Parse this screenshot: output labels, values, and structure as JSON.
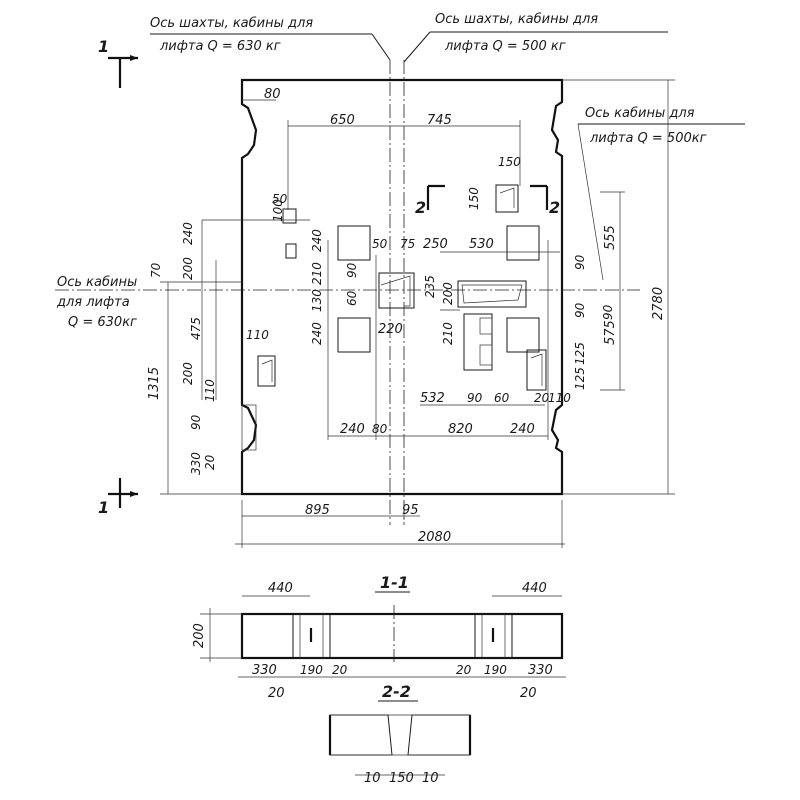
{
  "labels": {
    "axis_top_left_line1": "Ось шахты, кабины для",
    "axis_top_left_line2": "лифта   Q = 630 кг",
    "axis_top_right_line1": "Ось шахты, кабины для",
    "axis_top_right_line2": "лифта   Q = 500 кг",
    "axis_cabin_500_line1": "Ось кабины для",
    "axis_cabin_500_line2": "лифта   Q = 500кг",
    "axis_cabin_630_line1": "Ось кабины",
    "axis_cabin_630_line2": "для лифта",
    "axis_cabin_630_line3": "Q = 630кг"
  },
  "section_marks": {
    "mark1": "1",
    "mark2": "2",
    "section_1_1": "1-1",
    "section_2_2": "2-2"
  },
  "dimensions": {
    "top": [
      "80",
      "650",
      "745"
    ],
    "left_inner": [
      "240",
      "200",
      "210",
      "130",
      "240",
      "50",
      "90",
      "60",
      "100"
    ],
    "left_outer": [
      "70",
      "475",
      "200",
      "90",
      "330",
      "20",
      "110",
      "20"
    ],
    "overall_left": "1315",
    "right": [
      "555",
      "575",
      "2780",
      "90",
      "125",
      "125",
      "90"
    ],
    "center_row": [
      "50",
      "75",
      "250",
      "530",
      "220",
      "210",
      "200",
      "235",
      "90",
      "150",
      "150"
    ],
    "lower_row": [
      "532",
      "90",
      "60",
      "20",
      "110"
    ],
    "bottom_row": [
      "240",
      "80",
      "820",
      "240"
    ],
    "base": [
      "895",
      "95",
      "2080"
    ],
    "section1_top": [
      "440",
      "440"
    ],
    "section1_height": "200",
    "section1_bottom": [
      "330",
      "190",
      "20",
      "20",
      "190",
      "330"
    ],
    "section1_under": [
      "20",
      "20"
    ],
    "section2": [
      "10",
      "150",
      "10"
    ]
  }
}
